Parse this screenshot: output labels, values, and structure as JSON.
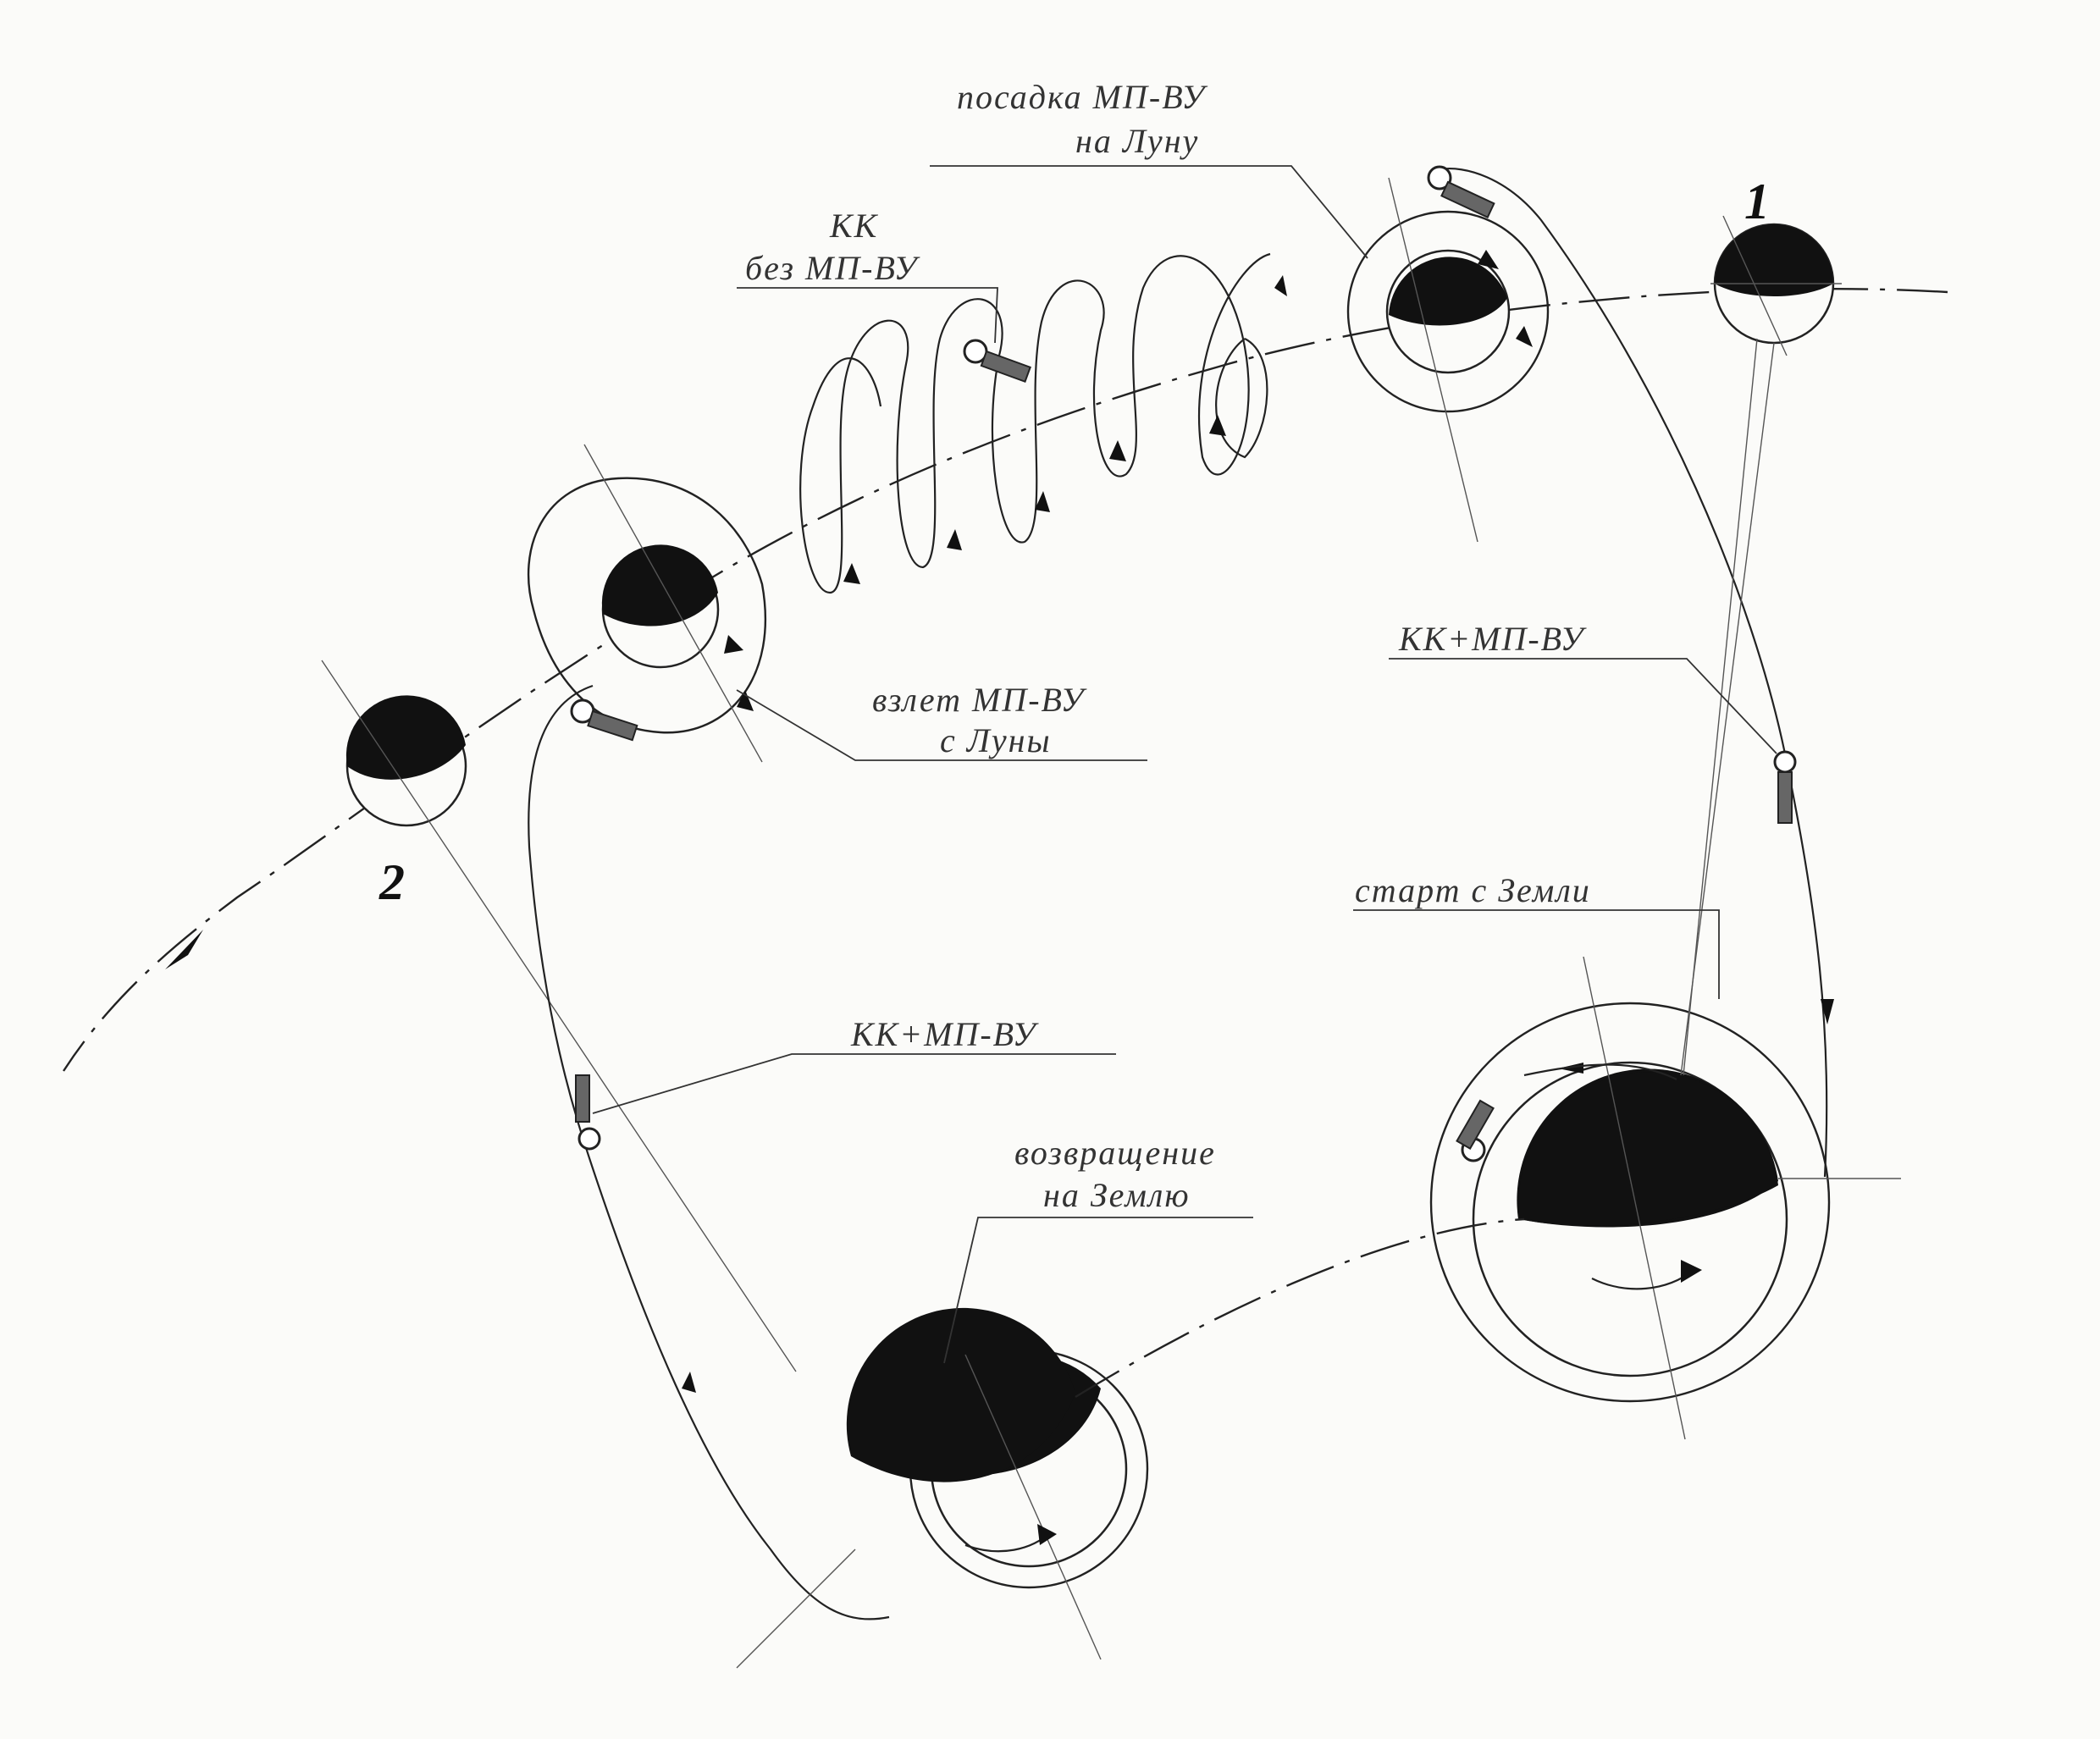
{
  "labels": {
    "moon_landing_l1": "посадка МП-ВУ",
    "moon_landing_l2": "на Луну",
    "kk_alone_l1": "КК",
    "kk_alone_l2": "без МП-ВУ",
    "moon_takeoff_l1": "взлет МП-ВУ",
    "moon_takeoff_l2": "с Луны",
    "kk_mp_vu_outbound": "КК+МП-ВУ",
    "kk_mp_vu_return": "КК+МП-ВУ",
    "earth_start": "старт с Земли",
    "return_l1": "возвращение",
    "return_l2": "на Землю",
    "moon_position_1": "1",
    "moon_position_2": "2"
  },
  "colors": {
    "ink": "#111111",
    "paper": "#fbfbf9"
  }
}
